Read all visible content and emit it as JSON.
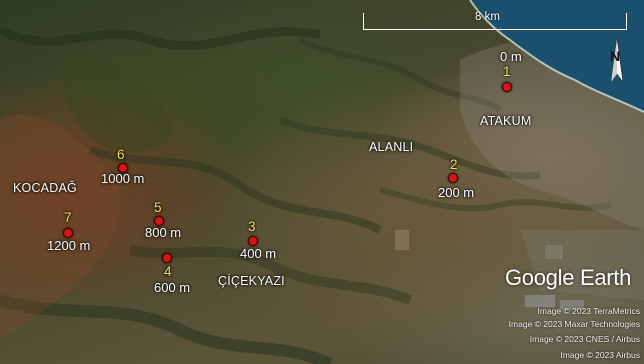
{
  "scale": {
    "label": "8 km"
  },
  "compass": {
    "letter": "N"
  },
  "places": {
    "kocadag": "KOCADAĞ",
    "alanli": "ALANLI",
    "atakum": "ATAKUM",
    "cicekyazi": "ÇİÇEKYAZI"
  },
  "stations": [
    {
      "number": "1",
      "elevation": "0 m"
    },
    {
      "number": "2",
      "elevation": "200 m"
    },
    {
      "number": "3",
      "elevation": "400 m"
    },
    {
      "number": "4",
      "elevation": "600 m"
    },
    {
      "number": "5",
      "elevation": "800 m"
    },
    {
      "number": "6",
      "elevation": "1000 m"
    },
    {
      "number": "7",
      "elevation": "1200 m"
    }
  ],
  "logo": "Google Earth",
  "credits": [
    "Image © 2023 TerraMetrics",
    "Image © 2023 Maxar Technologies",
    "Image © 2023 CNES / Airbus",
    "Image © 2023 Airbus"
  ],
  "colors": {
    "marker": "#d61515",
    "number_text": "#f3e24a",
    "sea": "#1b4f6e"
  }
}
